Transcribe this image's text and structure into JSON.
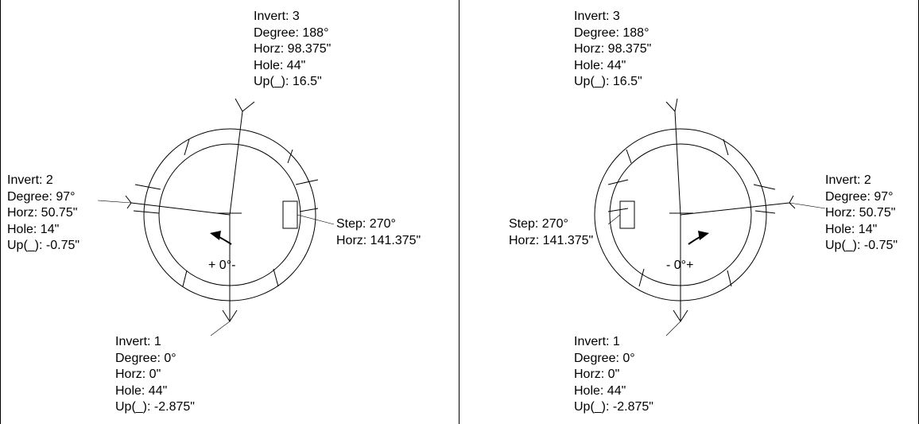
{
  "panels": [
    {
      "id": "left",
      "invert3": {
        "invert": "Invert: 3",
        "degree": "Degree: 188°",
        "horz": "Horz: 98.375\"",
        "hole": "Hole: 44\"",
        "up": "Up(_): 16.5\""
      },
      "invert2": {
        "invert": "Invert: 2",
        "degree": "Degree: 97°",
        "horz": "Horz: 50.75\"",
        "hole": "Hole: 14\"",
        "up": "Up(_): -0.75\""
      },
      "step": {
        "step": "Step: 270°",
        "horz": "Horz: 141.375\""
      },
      "zero_label": "+ 0°-",
      "invert1": {
        "invert": "Invert: 1",
        "degree": "Degree: 0°",
        "horz": "Horz: 0\"",
        "hole": "Hole: 44\"",
        "up": "Up(_): -2.875\""
      }
    },
    {
      "id": "right",
      "invert3": {
        "invert": "Invert: 3",
        "degree": "Degree: 188°",
        "horz": "Horz: 98.375\"",
        "hole": "Hole: 44\"",
        "up": "Up(_): 16.5\""
      },
      "invert2": {
        "invert": "Invert: 2",
        "degree": "Degree: 97°",
        "horz": "Horz: 50.75\"",
        "hole": "Hole: 14\"",
        "up": "Up(_): -0.75\""
      },
      "step": {
        "step": "Step: 270°",
        "horz": "Horz: 141.375\""
      },
      "zero_label": "-  0°+",
      "invert1": {
        "invert": "Invert: 1",
        "degree": "Degree: 0°",
        "horz": "Horz: 0\"",
        "hole": "Hole: 44\"",
        "up": "Up(_): -2.875\""
      }
    }
  ]
}
